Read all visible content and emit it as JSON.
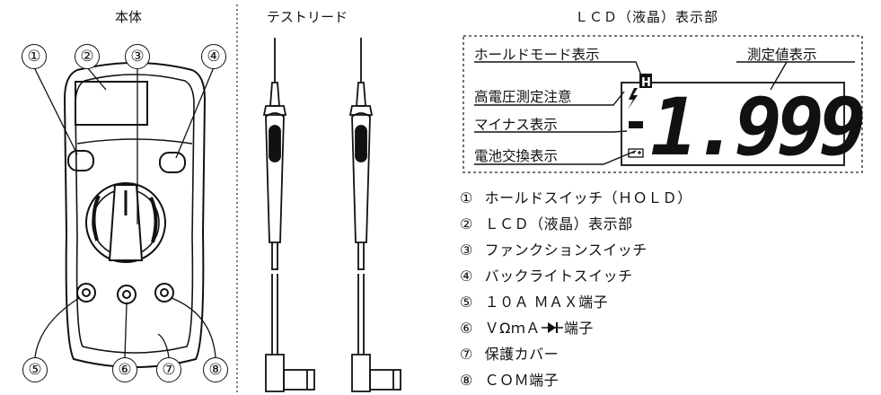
{
  "sections": {
    "body_title": "本体",
    "leads_title": "テストリード",
    "lcd_title": "ＬＣＤ（液晶）表示部"
  },
  "callouts": [
    "①",
    "②",
    "③",
    "④",
    "⑤",
    "⑥",
    "⑦",
    "⑧"
  ],
  "lcd": {
    "digits": "-1.999",
    "labels": {
      "hold_mode": "ホールドモード表示",
      "measured_value": "測定値表示",
      "high_voltage": "高電圧測定注意",
      "minus": "マイナス表示",
      "battery": "電池交換表示"
    }
  },
  "legend": [
    {
      "num": "①",
      "text": "ホールドスイッチ（ＨＯＬＤ）"
    },
    {
      "num": "②",
      "text": "ＬＣＤ（液晶）表示部"
    },
    {
      "num": "③",
      "text": "ファンクションスイッチ"
    },
    {
      "num": "④",
      "text": "バックライトスイッチ"
    },
    {
      "num": "⑤",
      "text": "１０Ａ ＭＡＸ端子"
    },
    {
      "num": "⑥",
      "text": "ＶΩｍＡ",
      "suffix": "端子"
    },
    {
      "num": "⑦",
      "text": "保護カバー"
    },
    {
      "num": "⑧",
      "text": "ＣＯＭ端子"
    }
  ]
}
